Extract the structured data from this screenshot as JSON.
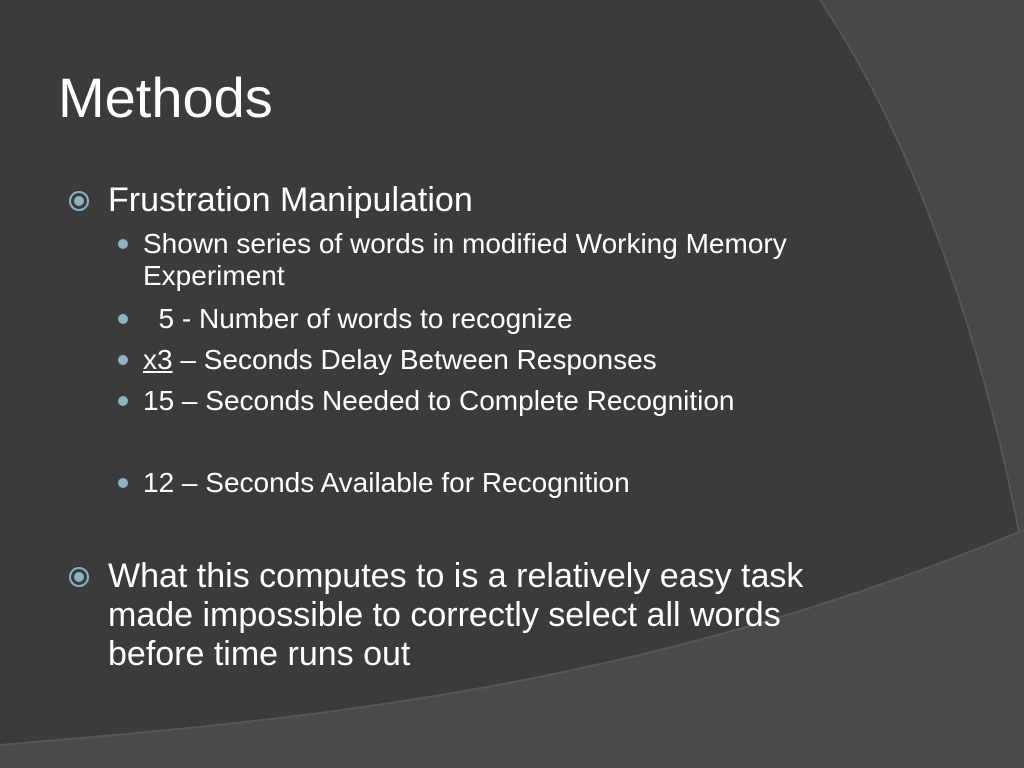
{
  "slide": {
    "title": "Methods",
    "bullets": [
      {
        "text": "Frustration Manipulation",
        "sub": [
          "Shown series of words in modified Working Memory Experiment",
          "  5 - Number of words to recognize",
          {
            "underlined": "x3",
            "rest": " – Seconds Delay Between Responses"
          },
          "15 – Seconds Needed to Complete Recognition",
          "12 – Seconds Available for Recognition"
        ]
      },
      {
        "text": "What this computes to is a relatively easy task made impossible to correctly select all words before time runs out"
      }
    ]
  },
  "colors": {
    "background": "#3b3b3b",
    "curve_band": "#4a4a4a",
    "text": "#ffffff",
    "bullet_accent": "#8fb1c4"
  },
  "icons": {
    "level1_bullet": "circle-target-icon",
    "level2_bullet": "filled-dot-icon"
  }
}
